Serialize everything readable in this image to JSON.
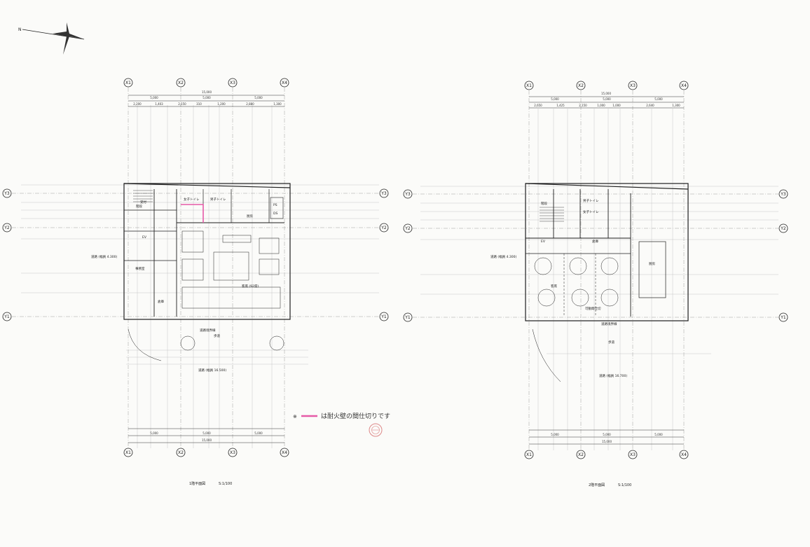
{
  "north_arrow": {
    "label": "N",
    "icon": "north-arrow-icon"
  },
  "floor1": {
    "caption": "1階平面図",
    "scale": "S:1/100",
    "axis_x": [
      "X1",
      "X2",
      "X3",
      "X4"
    ],
    "axis_y": [
      "Y3",
      "Y2",
      "Y1"
    ],
    "top_dims": [
      "15,000",
      "5,000",
      "5,000",
      "5,000",
      "2,200",
      "1,403",
      "2,150",
      "310",
      "1,200",
      "2,880",
      "1,300"
    ],
    "bottom_dims": [
      "5,000",
      "5,000",
      "5,000",
      "15,000"
    ],
    "rooms": [
      "受付",
      "EV",
      "女子トイレ",
      "男子トイレ",
      "厨房",
      "客席 (92席)",
      "事務室",
      "倉庫",
      "PS",
      "DS",
      "階段",
      "道路境界線",
      "歩道",
      "道路 (幅員 16.500)",
      "道路 (幅員 4.300)"
    ]
  },
  "floor2": {
    "caption": "2階平面図",
    "scale": "S:1/100",
    "axis_x": [
      "X1",
      "X2",
      "X3",
      "X4"
    ],
    "axis_y": [
      "Y3",
      "Y2",
      "Y1"
    ],
    "top_dims": [
      "15,000",
      "5,000",
      "5,000",
      "5,000",
      "2,650",
      "1,425",
      "2,150",
      "1,000",
      "1,000",
      "2,640",
      "1,300"
    ],
    "bottom_dims": [
      "5,000",
      "5,000",
      "5,000",
      "15,000"
    ],
    "rooms": [
      "EV",
      "男子トイレ",
      "女子トイレ",
      "倉庫",
      "可動間仕切",
      "客席",
      "厨房",
      "階段",
      "道路境界線",
      "歩道",
      "道路 (幅員 16.700)",
      "道路 (幅員 4.300)"
    ]
  },
  "note": {
    "marker": "※",
    "text": "は耐火壁の間仕切りです",
    "accent_color": "#e65aa8"
  },
  "colors": {
    "line": "#1f1f1f",
    "faint": "#9a9a9a",
    "pink": "#e65aa8",
    "paper": "#fbfbf9"
  }
}
